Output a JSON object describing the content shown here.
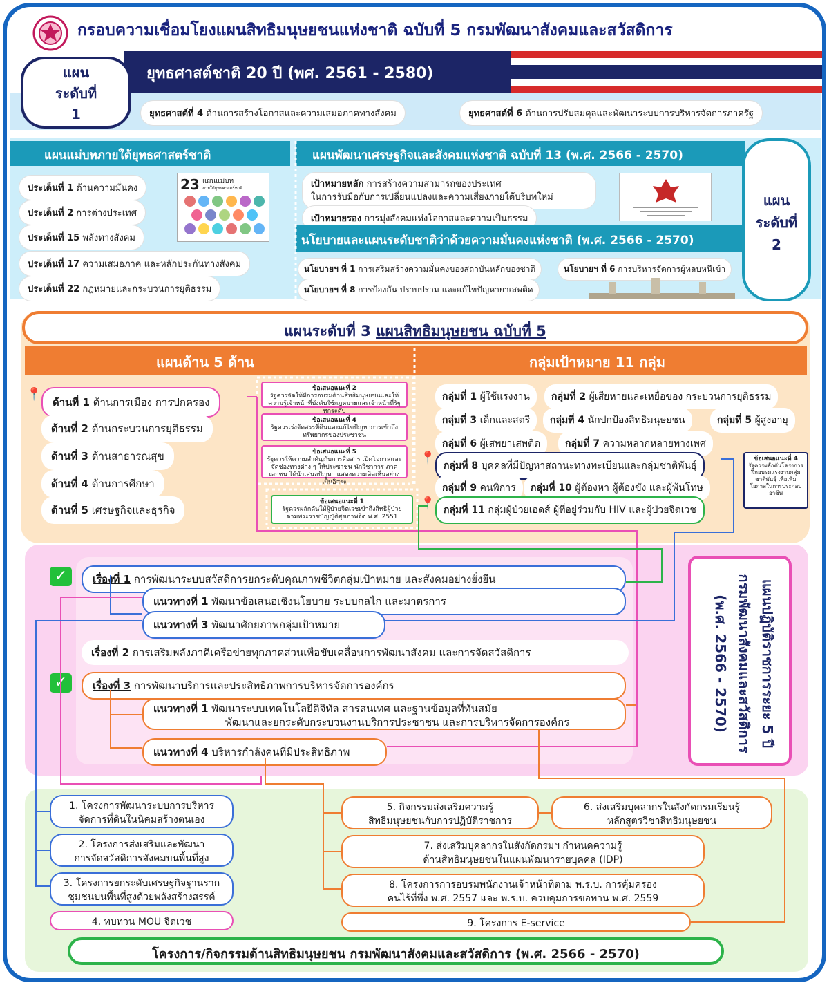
{
  "header": {
    "title": "กรอบความเชื่อมโยงแผนสิทธิมนุษยชนแห่งชาติ ฉบับที่ 5 กรมพัฒนาสังคมและสวัสดิการ",
    "strategy20": "ยุทธศาสต์ชาติ 20 ปี (พศ. 2561 - 2580)"
  },
  "level1": {
    "label": "แผนระดับที่ 1",
    "line1": "แผน",
    "line2": "ระดับที่",
    "line3": "1",
    "s4_bold": "ยุทธศาสต์ที่ 4",
    "s4_text": " ด้านการสร้างโอกาสและความเสมอภาคทางสังคม",
    "s6_bold": "ยุทธศาสต์ที่ 6",
    "s6_text": " ด้านการปรับสมดุลและพัฒนาระบบการบริหารจัดการภาครัฐ"
  },
  "level2": {
    "line1": "แผน",
    "line2": "ระดับที่",
    "line3": "2",
    "master_header": "แผนแม่บทภายใต้ยุทธศาสตร์ชาติ",
    "issues": [
      {
        "bold": "ประเด็นที่ 1",
        "text": " ด้านความมั่นคง"
      },
      {
        "bold": "ประเด็นที่ 2",
        "text": " การต่างประเทศ"
      },
      {
        "bold": "ประเด็นที่ 15",
        "text": " พลังทางสังคม"
      },
      {
        "bold": "ประเด็นที่ 17",
        "text": " ความเสมอภาค และหลักประกันทางสังคม"
      },
      {
        "bold": "ประเด็นที่ 22",
        "text": " กฎหมายและกระบวนการยุติธรรม"
      }
    ],
    "master_img_num": "23",
    "master_img_line1": "แผนแม่บท",
    "master_img_line2": "ภายใต้ยุทธศาสตร์ชาติ",
    "nesdp_header": "แผนพัฒนาเศรษฐกิจและสังคมแห่งชาติ ฉบับที่ 13 (พ.ศ. 2566 - 2570)",
    "goal_main_bold": "เป้าหมายหลัก",
    "goal_main_text1": " การสร้างความสามารถของประเทศ",
    "goal_main_text2": "ในการรับมือกับการเปลี่ยนแปลงและความเสี่ยงภายใต้บริบทใหม่",
    "goal_sub_bold": "เป้าหมายรอง",
    "goal_sub_text": " การมุ่งสังคมแห่งโอกาสและความเป็นธรรม",
    "security_header": "นโยบายและแผนระดับชาติว่าด้วยความมั่นคงแห่งชาติ (พ.ศ. 2566 - 2570)",
    "policy1_bold": "นโยบายฯ ที่ 1",
    "policy1_text": " การเสริมสร้างความมั่นคงของสถาบันหลักของชาติ",
    "policy6_bold": "นโยบายฯ ที่ 6",
    "policy6_text": " การบริหารจัดการผู้หลบหนีเข้า",
    "policy8_bold": "นโยบายฯ ที่ 8",
    "policy8_text": " การป้องกัน ปราบปราม และแก้ไขปัญหายาเสพติด"
  },
  "level3": {
    "head_prefix": "แผนระดับที่ 3 ",
    "head_link": "แผนสิทธิมนุษยชน ฉบับที่ 5",
    "sides_header": "แผนด้าน 5 ด้าน",
    "groups_header": "กลุ่มเป้าหมาย 11 กลุ่ม",
    "sides": [
      {
        "bold": "ด้านที่ 1",
        "text": " ด้านการเมือง การปกครอง"
      },
      {
        "bold": "ด้านที่ 2",
        "text": " ด้านกระบวนการยุติธรรม"
      },
      {
        "bold": "ด้านที่ 3",
        "text": " ด้านสาธารณสุข"
      },
      {
        "bold": "ด้านที่ 4",
        "text": " ด้านการศึกษา"
      },
      {
        "bold": "ด้านที่ 5",
        "text": " เศรษฐกิจและธุรกิจ"
      }
    ],
    "recs": [
      {
        "title": "ข้อเสนอแนะที่ 2",
        "text": "รัฐควรจัดให้มีการอบรมด้านสิทธิมนุษยชนและให้ความรู้เจ้าหน้าที่บังคับใช้กฎหมายและเจ้าหน้าที่รัฐทุกระดับ"
      },
      {
        "title": "ข้อเสนอแนะที่ 4",
        "text": "รัฐควรเร่งจัดสรรที่ดินและแก้ไขปัญหาการเข้าถึงทรัพยากรของประชาชน"
      },
      {
        "title": "ข้อเสนอแนะที่ 5",
        "text": "รัฐควรให้ความสำคัญกับการสื่อสาร เปิดโอกาสและจัดช่องทางต่าง ๆ ให้ประชาชน นักวิชาการ ภาคเอกชน ได้นำเสนอปัญหา แสดงความคิดเห็นอย่างเป็นอิสระ"
      },
      {
        "title": "ข้อเสนอแนะที่ 1",
        "text": "รัฐควรผลักดันให้ผู้ป่วยจิตเวชเข้าถึงสิทธิผู้ป่วยตามพระราชบัญญัติสุขภาพจิต พ.ศ. 2551"
      }
    ],
    "rec_right": {
      "title": "ข้อเสนอแนะที่ 4",
      "text": "รัฐควรผลักดันโครงการฝึกอบรมแรงงานกลุ่มชาติพันธุ์ เพื่อเพิ่มโอกาสในการประกอบอาชีพ"
    },
    "groups": [
      {
        "bold": "กลุ่มที่ 1",
        "text": " ผู้ใช้แรงงาน"
      },
      {
        "bold": "กลุ่มที่ 2",
        "text": " ผู้เสียหายและเหยื่อของ กระบวนการยุติธรรม"
      },
      {
        "bold": "กลุ่มที่ 3",
        "text": " เด็กและสตรี"
      },
      {
        "bold": "กลุ่มที่ 4",
        "text": " นักปกป้องสิทธิมนุษยชน"
      },
      {
        "bold": "กลุ่มที่ 5",
        "text": " ผู้สูงอายุ"
      },
      {
        "bold": "กลุ่มที่ 6",
        "text": " ผู้เสพยาเสพติด"
      },
      {
        "bold": "กลุ่มที่ 7",
        "text": " ความหลากหลายทางเพศ"
      },
      {
        "bold": "กลุ่มที่ 8",
        "text": " บุคคลที่มีปัญหาสถานะทางทะเบียนและกลุ่มชาติพันธุ์"
      },
      {
        "bold": "กลุ่มที่ 9",
        "text": " คนพิการ"
      },
      {
        "bold": "กลุ่มที่ 10",
        "text": " ผู้ต้องหา ผู้ต้องขัง และผู้พ้นโทษ"
      },
      {
        "bold": "กลุ่มที่ 11",
        "text": " กลุ่มผู้ป่วยเอดส์ ผู้ที่อยู่ร่วมกับ HIV และผู้ป่วยจิตเวช"
      }
    ]
  },
  "action_plan": {
    "title_line1": "แผนปฏิบัติราชการระยะ 5 ปี",
    "title_line2": "กรมพัฒนาสังคมและสวัสดิการ",
    "title_line3": "(พ.ศ. 2566 - 2570)",
    "topic1_bold": "เรื่องที่ 1",
    "topic1_text": " การพัฒนาระบบสวัสดิการยกระดับคุณภาพชีวิตกลุ่มเป้าหมาย และสังคมอย่างยั่งยืน",
    "way1_bold": "แนวทางที่ 1",
    "way1_text": " พัฒนาข้อเสนอเชิงนโยบาย ระบบกลไก และมาตรการ",
    "way3_bold": "แนวทางที่ 3",
    "way3_text": " พัฒนาศักยภาพกลุ่มเป้าหมาย",
    "topic2_bold": "เรื่องที่ 2",
    "topic2_text": " การเสริมพลังภาคีเครือข่ายทุกภาคส่วนเพื่อขับเคลื่อนการพัฒนาสังคม และการจัดสวัสดิการ",
    "topic3_bold": "เรื่องที่ 3",
    "topic3_text": " การพัฒนาบริการและประสิทธิภาพการบริหารจัดการองค์กร",
    "way1b_bold": "แนวทางที่ 1",
    "way1b_text1": "  พัฒนาระบบเทคโนโลยีดิจิทัล สารสนเทศ และฐานข้อมูลที่ทันสมัย",
    "way1b_text2": "พัฒนาและยกระดับกระบวนงานบริการประชาชน และการบริหารจัดการองค์กร",
    "way4_bold": "แนวทางที่ 4",
    "way4_text": "  บริหารกำลังคนที่มีประสิทธิภาพ"
  },
  "projects": {
    "p1": "1. โครงการพัฒนาระบบการบริหารจัดการที่ดินในนิคมสร้างตนเอง",
    "p1a": "1. โครงการพัฒนาระบบการบริหาร",
    "p1b": "จัดการที่ดินในนิคมสร้างตนเอง",
    "p2a": "2. โครงการส่งเสริมและพัฒนา",
    "p2b": "การจัดสวัสดิการสังคมบนพื้นที่สูง",
    "p3a": "3. โครงการยกระดับเศรษฐกิจฐานราก",
    "p3b": "ชุมชนบนพื้นที่สูงด้วยพลังสร้างสรรค์",
    "p4": "4. ทบทวน MOU จิตเวช",
    "p5a": "5. กิจกรรมส่งเสริมความรู้",
    "p5b": "สิทธิมนุษยชนกับการปฏิบัติราชการ",
    "p6a": "6. ส่งเสริมบุคลากรในสังกัดกรมเรียนรู้",
    "p6b": "หลักสูตรวิชาสิทธิมนุษยชน",
    "p7a": "7. ส่งเสริมบุคลากรในสังกัดกรมฯ กำหนดความรู้",
    "p7b": "ด้านสิทธิมนุษยชนในแผนพัฒนารายบุคคล (IDP)",
    "p8a": "8. โครงการการอบรมพนักงานเจ้าหน้าที่ตาม พ.ร.บ. การคุ้มครอง",
    "p8b": "คนไร้ที่พึ่ง พ.ศ. 2557 และ พ.ร.บ. ควบคุมการขอทาน พ.ศ. 2559",
    "p9": "9. โครงการ E-service",
    "footer": "โครงการ/กิจกรรมด้านสิทธิมนุษยชน กรมพัฒนาสังคมและสวัสดิการ (พ.ศ. 2566 - 2570)"
  },
  "colors": {
    "navy": "#1c2566",
    "teal": "#1b9ab9",
    "orange": "#ef7d32",
    "pink": "#e94fb5",
    "green": "#2db34a",
    "blue": "#3a6fd8"
  }
}
